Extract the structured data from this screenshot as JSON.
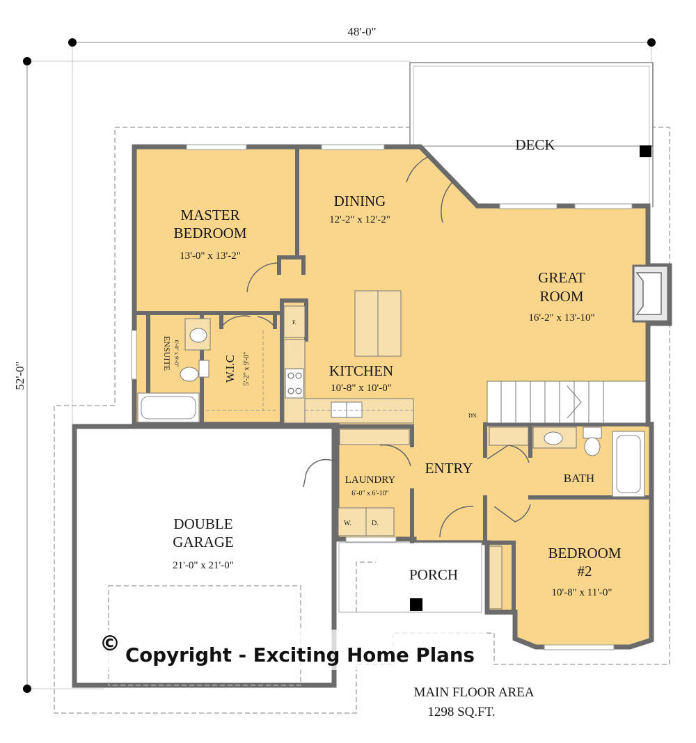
{
  "colors": {
    "floor": "#f9d68c",
    "wall": "#6b6b6b",
    "fixture": "#f7e0ad",
    "outline": "#999999"
  },
  "dimensions": {
    "width": "48'-0\"",
    "depth": "52'-0\""
  },
  "rooms": {
    "deck": "DECK",
    "dining": {
      "name": "DINING",
      "size": "12'-2\" x 12'-2\""
    },
    "master": {
      "name_line1": "MASTER",
      "name_line2": "BEDROOM",
      "size": "13'-0\" x 13'-2\""
    },
    "great": {
      "name_line1": "GREAT",
      "name_line2": "ROOM",
      "size": "16'-2\" x 13'-10\""
    },
    "ensuite": {
      "name": "ENSUITE",
      "size": "6'-0\" x 9'-0\""
    },
    "wic": {
      "name": "W.I.C",
      "size": "5'-2\" x 9'-0\""
    },
    "kitchen": {
      "name": "KITCHEN",
      "size": "10'-8\" x 10'-0\""
    },
    "laundry": {
      "name": "LAUNDRY",
      "size": "6'-0\" x 6'-10\""
    },
    "entry": "ENTRY",
    "bath": "BATH",
    "garage": {
      "name_line1": "DOUBLE",
      "name_line2": "GARAGE",
      "size": "21'-0\" x 21'-0\""
    },
    "porch": "PORCH",
    "bedroom2": {
      "name_line1": "BEDROOM",
      "name_line2": "#2",
      "size": "10'-8\" x 11'-0\""
    }
  },
  "fixtures": {
    "fridge": "F.",
    "washer": "W.",
    "dryer": "D.",
    "stair_down": "DN."
  },
  "copyright": {
    "symbol": "©",
    "text": "Copyright - Exciting Home Plans"
  },
  "area": {
    "title": "MAIN FLOOR AREA",
    "value": "1298  SQ.FT."
  }
}
